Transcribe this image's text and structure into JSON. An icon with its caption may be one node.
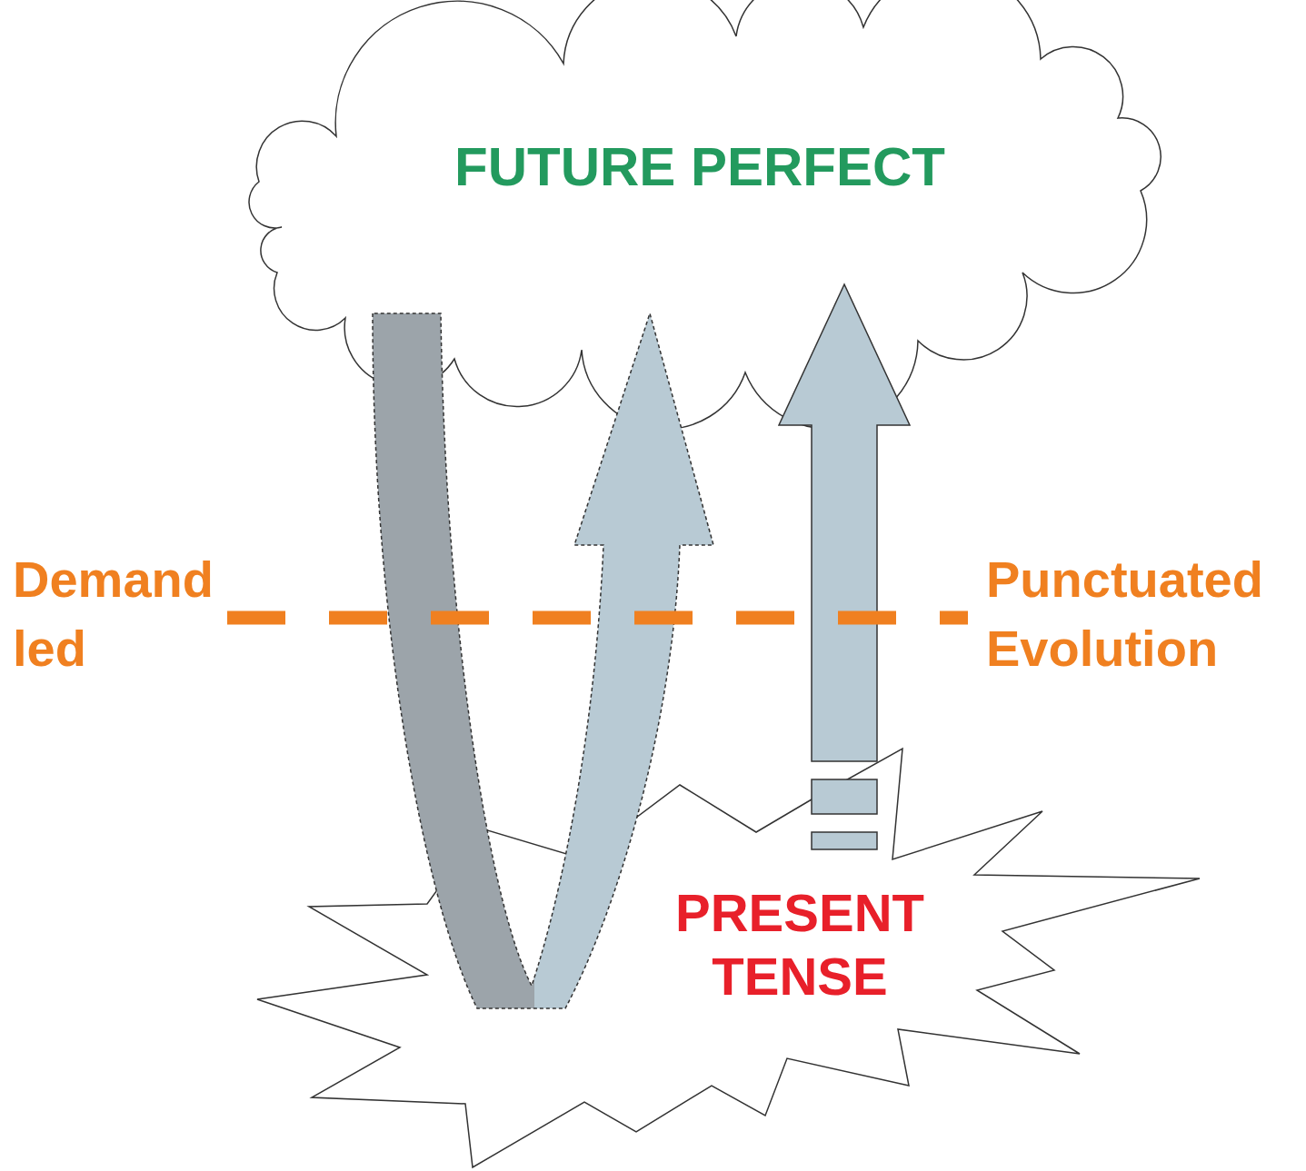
{
  "diagram": {
    "nodes": [
      {
        "text": [
          "FUTURE PERFECT"
        ]
      },
      {
        "text": [
          "PRESENT TENSE"
        ]
      }
    ],
    "edges": [
      {
        "from": 0,
        "to": 0,
        "arrow": "to",
        "style": "dashed"
      },
      {
        "from": 1,
        "to": 0,
        "arrow": "to"
      }
    ],
    "labels": [
      "Demand led",
      "Punctuated Evolution"
    ]
  }
}
